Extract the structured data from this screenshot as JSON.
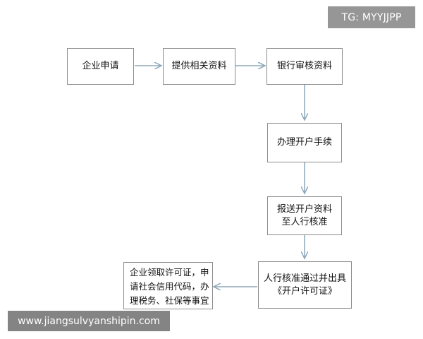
{
  "flow": {
    "apply": "企业申请",
    "provide_docs": "提供相关资料",
    "bank_review": "银行审核资料",
    "open_account": "办理开户手续",
    "submit_lines": [
      "报送开户资料",
      "至人行核准"
    ],
    "pboc_lines": [
      "人行核准通过并出具",
      "《开户许可证》"
    ],
    "final_lines": [
      "企业领取许可证，申",
      "请社会信用代码，办",
      "理税务、社保等事宜"
    ]
  },
  "watermarks": {
    "top": "TG: MYYJJPP",
    "bottom": "www.jiangsulvyanshipin.com"
  },
  "colors": {
    "box_border": "#8c8c8c",
    "arrow": "#8da7b8",
    "text": "#111111"
  }
}
